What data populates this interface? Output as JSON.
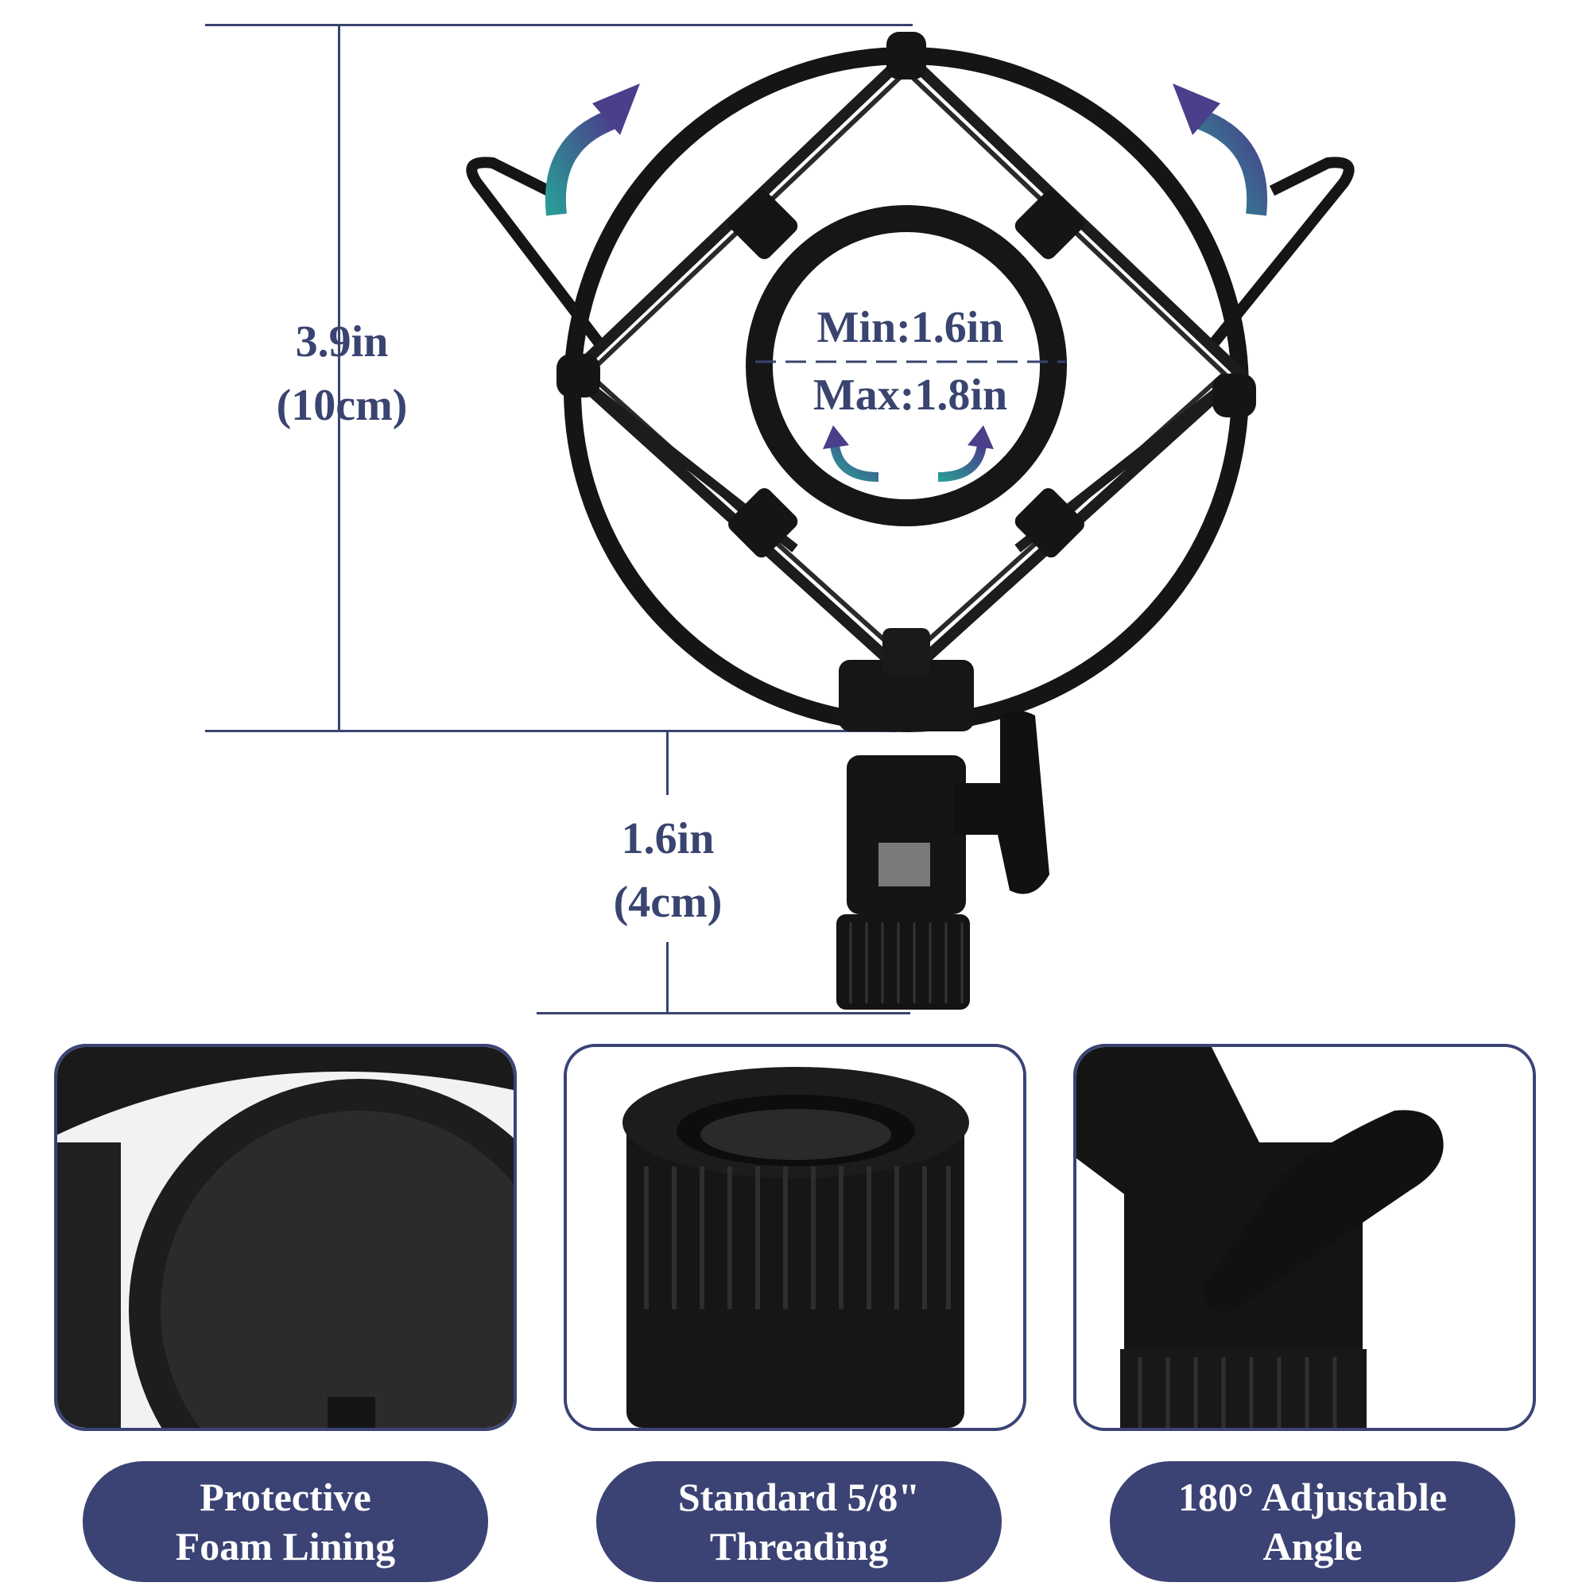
{
  "height_dimension": {
    "inches": "3.9in",
    "cm": "(10cm)"
  },
  "adapter_dimension": {
    "inches": "1.6in",
    "cm": "(4cm)"
  },
  "inner_diameter": {
    "min": "Min:1.6in",
    "max": "Max:1.8in"
  },
  "features": [
    {
      "line1": "Protective",
      "line2": "Foam Lining"
    },
    {
      "line1": "Standard 5/8\"",
      "line2": "Threading"
    },
    {
      "line1": "180° Adjustable",
      "line2": "Angle"
    }
  ],
  "colors": {
    "accent": "#3b4375",
    "teal": "#2a8a8a",
    "product": "#141414"
  }
}
